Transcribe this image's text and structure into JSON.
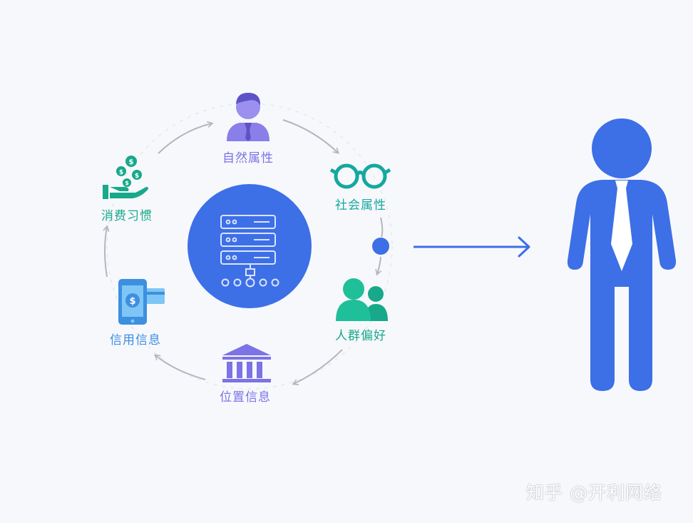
{
  "nodes": {
    "natural": {
      "label": "自然属性",
      "icon": "user-tie-icon",
      "color": "#7b73e6"
    },
    "social": {
      "label": "社会属性",
      "icon": "glasses-icon",
      "color": "#14a8a0"
    },
    "group": {
      "label": "人群偏好",
      "icon": "people-group-icon",
      "color": "#17a98a"
    },
    "location": {
      "label": "位置信息",
      "icon": "bank-building-icon",
      "color": "#7b73e6"
    },
    "credit": {
      "label": "信用信息",
      "icon": "phone-card-icon",
      "color": "#3d8fe0"
    },
    "consumption": {
      "label": "消费习惯",
      "icon": "money-hand-icon",
      "color": "#17a98a"
    }
  },
  "center": {
    "icon": "server-icon",
    "color": "#3d6fe6"
  },
  "output": {
    "icon": "person-icon",
    "color": "#3d6fe6"
  },
  "watermark": "知乎 @开利网络"
}
